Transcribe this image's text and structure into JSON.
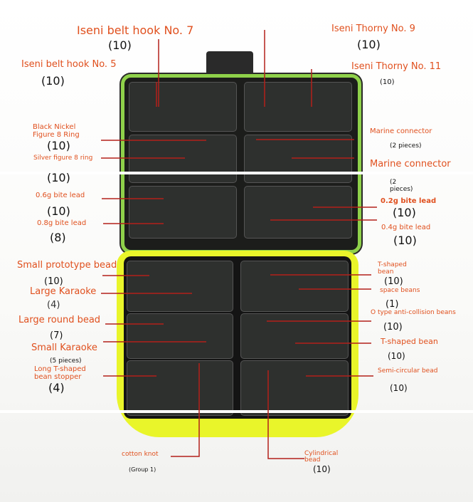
{
  "labels": [
    {
      "name": "Iseni belt hook No. 7",
      "count": "(10)"
    },
    {
      "name": "Iseni belt hook No. 5",
      "count": "(10)"
    },
    {
      "name": "Iseni Thorny No. 9",
      "count": "(10)"
    },
    {
      "name": "Iseni Thorny No. 11",
      "count": "(10)"
    },
    {
      "name": "Black Nickel Figure 8 Ring",
      "count": "(10)"
    },
    {
      "name": "Silver figure 8 ring",
      "count": "(10)"
    },
    {
      "name": "0.6g bite lead",
      "count": "(10)"
    },
    {
      "name": "0.8g bite lead",
      "count": "(8)"
    },
    {
      "name": "Marine connector",
      "count": "(2 pieces)"
    },
    {
      "name": "Marine connector",
      "count": "(2 pieces)"
    },
    {
      "name": "0.2g bite lead",
      "count": "(10)"
    },
    {
      "name": "0.4g bite lead",
      "count": "(10)"
    },
    {
      "name": "Small prototype bead",
      "count": "(10)"
    },
    {
      "name": "Large Karaoke",
      "count": "(4)"
    },
    {
      "name": "Large round bead",
      "count": "(7)"
    },
    {
      "name": "Small Karaoke",
      "count": "(5 pieces)"
    },
    {
      "name": "Long T-shaped bean stopper",
      "count": "(4)"
    },
    {
      "name": "T-shaped bean",
      "count": "(10)"
    },
    {
      "name": "space beans",
      "count": "(1)"
    },
    {
      "name": "O type anti-collision beans",
      "count": "(10)"
    },
    {
      "name": "T-shaped bean",
      "count": "(10)"
    },
    {
      "name": "Semi-circular bead",
      "count": "(10)"
    },
    {
      "name": "cotton knot",
      "count": "(Group 1)"
    },
    {
      "name": "Cylindrical bead",
      "count": "(10)"
    }
  ],
  "colors": {
    "label": "#e0501e",
    "leader": "#b3201a",
    "top_rim": "#8fd14a",
    "bottom_rim": "#e9f52a"
  }
}
